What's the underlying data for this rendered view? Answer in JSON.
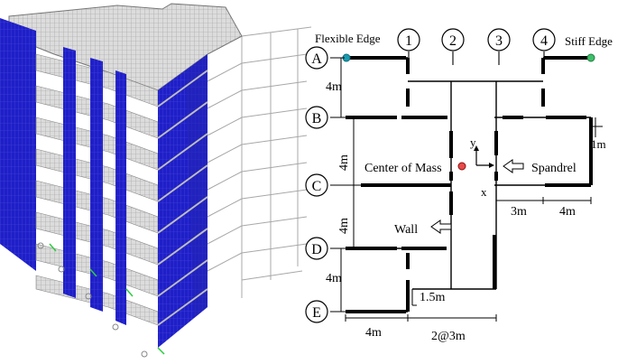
{
  "colors": {
    "wall_blue": "#1f1fc8",
    "slab_grey": "#d6d6d6",
    "frame_grey": "#9a9a9a",
    "support_green": "#2ecc40",
    "flexible_color": "#1a9bb0",
    "stiff_color": "#2e9e5a",
    "com_color": "#cc2222"
  },
  "model_3d": {
    "icon": "building-3d-model"
  },
  "plan": {
    "row_labels": [
      "A",
      "B",
      "C",
      "D",
      "E"
    ],
    "column_labels": [
      "1",
      "2",
      "3",
      "4"
    ],
    "flexible_edge": "Flexible Edge",
    "stiff_edge": "Stiff Edge",
    "center_of_mass": "Center of Mass",
    "spandrel": "Spandrel",
    "wall": "Wall",
    "axis_x": "x",
    "axis_y": "y",
    "dims": {
      "ab": "4m",
      "bc": "4m",
      "cd": "4m",
      "de": "4m",
      "one_m": "1m",
      "three_m": "3m",
      "four_m_right": "4m",
      "one_half_m": "1.5m",
      "four_m_bottom": "4m",
      "two_at_3m": "2@3m"
    }
  }
}
